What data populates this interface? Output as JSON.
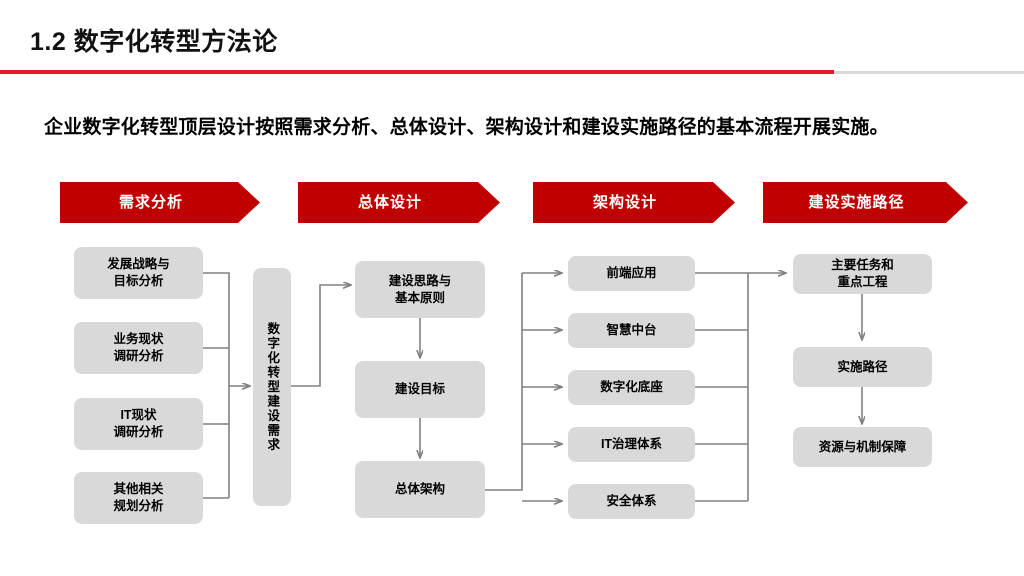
{
  "header": {
    "title": "1.2 数字化转型方法论",
    "rule_red_color": "#e8192c",
    "rule_gray_color": "#d9d9d9"
  },
  "subtitle": {
    "text": "企业数字化转型顶层设计按照需求分析、总体设计、架构设计和建设实施路径的基本流程开展实施。"
  },
  "theme": {
    "banner_red": "#c00000",
    "node_gray": "#d9d9d9",
    "connector_gray": "#808080"
  },
  "phases": [
    {
      "label": "需求分析"
    },
    {
      "label": "总体设计"
    },
    {
      "label": "架构设计"
    },
    {
      "label": "建设实施路径"
    }
  ],
  "columns": {
    "requirements": {
      "nodes": [
        {
          "label": "发展战略与\n目标分析"
        },
        {
          "label": "业务现状\n调研分析"
        },
        {
          "label": "IT现状\n调研分析"
        },
        {
          "label": "其他相关\n规划分析"
        }
      ]
    },
    "aggregate": {
      "node": {
        "label": "数字化转型建设需求"
      }
    },
    "overall_design": {
      "nodes": [
        {
          "label": "建设思路与\n基本原则"
        },
        {
          "label": "建设目标"
        },
        {
          "label": "总体架构"
        }
      ]
    },
    "architecture": {
      "nodes": [
        {
          "label": "前端应用"
        },
        {
          "label": "智慧中台"
        },
        {
          "label": "数字化底座"
        },
        {
          "label": "IT治理体系"
        },
        {
          "label": "安全体系"
        }
      ]
    },
    "implementation": {
      "nodes": [
        {
          "label": "主要任务和\n重点工程"
        },
        {
          "label": "实施路径"
        },
        {
          "label": "资源与机制保障"
        }
      ]
    }
  }
}
